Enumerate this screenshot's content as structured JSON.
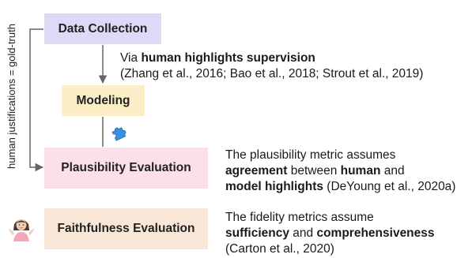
{
  "side_label": "human justifications = gold-truth",
  "boxes": {
    "data_collection": "Data Collection",
    "modeling": "Modeling",
    "plausibility": "Plausibility Evaluation",
    "faithfulness": "Faithfulness Evaluation"
  },
  "notes": {
    "via": {
      "pre": "Via ",
      "bold": "human highlights supervision",
      "citation": "(Zhang et al., 2016; Bao et al., 2018; Strout et al., 2019)"
    },
    "plausibility": {
      "line1": "The plausibility metric assumes",
      "bold1": "agreement",
      "mid1": " between ",
      "bold2": "human",
      "end1": " and",
      "bold3": "model highlights",
      "citation": " (DeYoung et al., 2020a)"
    },
    "faithfulness": {
      "line1": "The fidelity metrics assume",
      "bold1": "sufficiency",
      "mid": " and ",
      "bold2": "comprehensiveness",
      "citation": "(Carton et al., 2020)"
    }
  },
  "icons": [
    "puzzle-icon",
    "person-shrugging-icon"
  ],
  "colors": {
    "data_collection": "#dcdaf6",
    "modeling": "#fcefc8",
    "plausibility": "#fbe0ea",
    "faithfulness": "#f8e6d6",
    "connector": "#666666",
    "puzzle": "#3b8ee0"
  }
}
